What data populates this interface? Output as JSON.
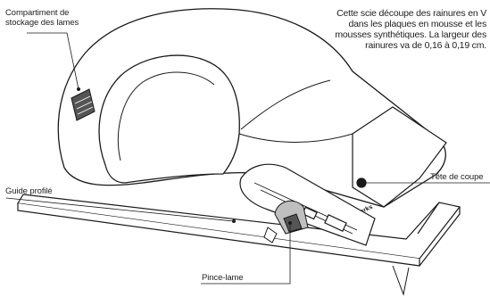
{
  "labels": {
    "storage_line1": "Compartiment de",
    "storage_line2": "stockage des lames",
    "cutting_head": "Tête de coupe",
    "profile_guide": "Guide profilé",
    "blade_clamp": "Pince-lame"
  },
  "description": {
    "line1": "Cette scie découpe des rainures en V",
    "line2": "dans les plaques en mousse et les",
    "line3": "mousses synthétiques. La largeur des",
    "line4": "rainures va de 0,16 à 0,19 cm."
  },
  "logo_text": "FoamWerks",
  "colors": {
    "line": "#1a1a1a",
    "body_fill": "#ffffff",
    "shade": "#d9d9d9",
    "dark": "#333333"
  }
}
